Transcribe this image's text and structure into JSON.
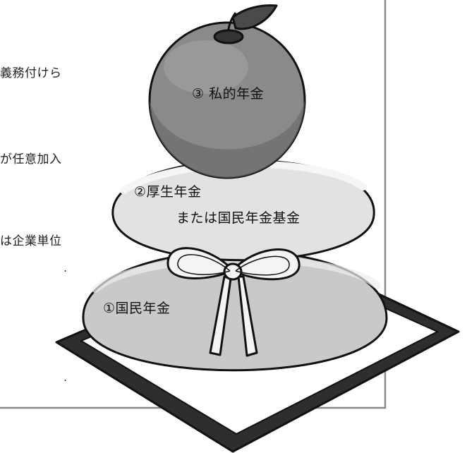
{
  "side_text": {
    "line1": "義務付けら",
    "line2": "が任意加入",
    "line3": "は企業単位",
    "dot1": ".",
    "dot2": "."
  },
  "tiers": {
    "top": "③ 私的年金",
    "middle_line1": "②厚生年金",
    "middle_line2": "または国民年金基金",
    "bottom": "①国民年金"
  }
}
